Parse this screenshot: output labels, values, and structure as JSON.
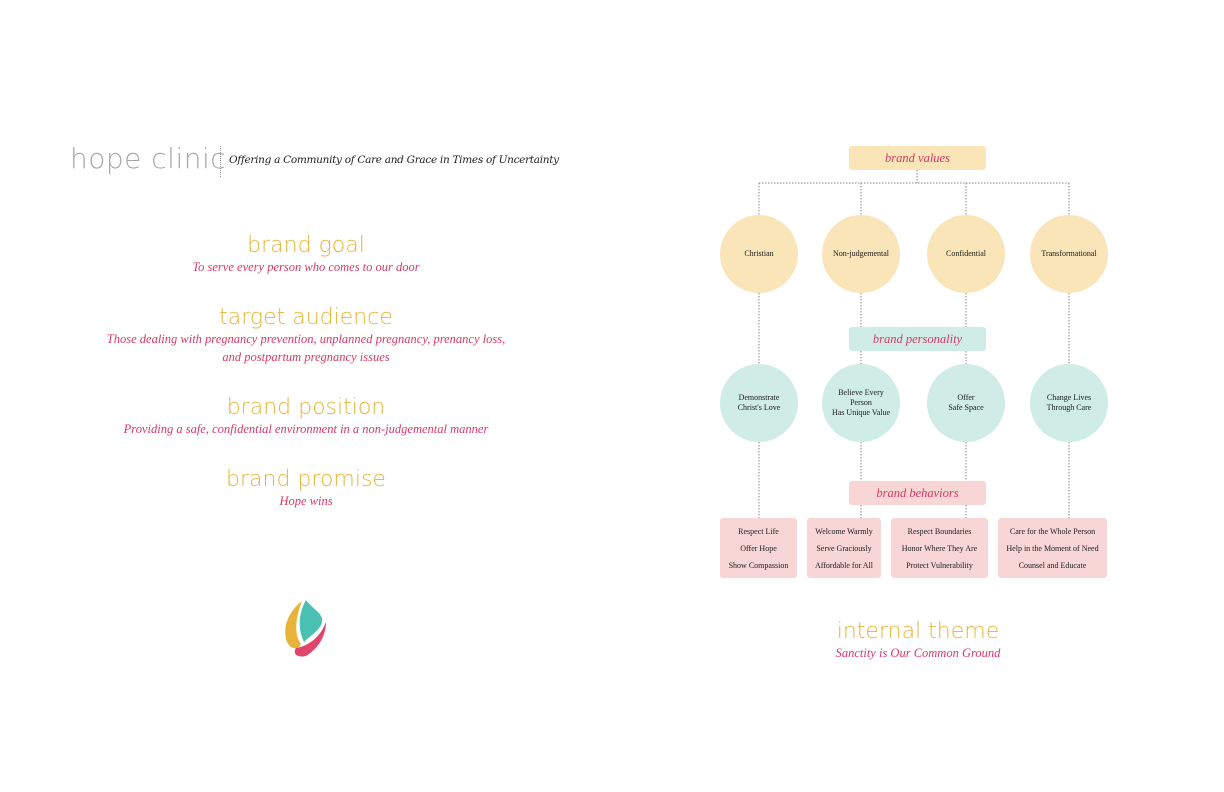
{
  "header": {
    "brand_name": "hope clinic",
    "tagline": "Offering a Community of Care and Grace in Times of Uncertainty"
  },
  "statements": {
    "goal": {
      "title": "brand goal",
      "text": "To serve every person who comes to our door"
    },
    "audience": {
      "title": "target audience",
      "text_line1": "Those dealing with pregnancy prevention, unplanned pregnancy, prenancy loss,",
      "text_line2": "and postpartum pregnancy issues"
    },
    "position": {
      "title": "brand position",
      "text": "Providing a safe, confidential environment in a non-judgemental manner"
    },
    "promise": {
      "title": "brand promise",
      "text": "Hope wins"
    }
  },
  "logo": {
    "icon": "flame-drop-logo-icon",
    "colors": [
      "#e8b33b",
      "#49c0b2",
      "#e2456b"
    ]
  },
  "diagram": {
    "values_label": "brand values",
    "values": [
      "Christian",
      "Non-judgemental",
      "Confidential",
      "Transformational"
    ],
    "personality_label": "brand personality",
    "personality": [
      {
        "line1": "Demonstrate",
        "line2": "Christ's Love"
      },
      {
        "line1": "Believe Every Person",
        "line2": "Has Unique Value"
      },
      {
        "line1": "Offer",
        "line2": "Safe Space"
      },
      {
        "line1": "Change Lives",
        "line2": "Through Care"
      }
    ],
    "behaviors_label": "brand behaviors",
    "behaviors": [
      [
        "Respect Life",
        "Offer Hope",
        "Show Compassion"
      ],
      [
        "Welcome Warmly",
        "Serve Graciously",
        "Affordable for All"
      ],
      [
        "Respect Boundaries",
        "Honor Where They Are",
        "Protect Vulnerability"
      ],
      [
        "Care for the Whole Person",
        "Help in the Moment of Need",
        "Counsel and Educate"
      ]
    ],
    "colors": {
      "values": "#f9e5b8",
      "personality": "#cfece6",
      "behaviors": "#f9d6d6"
    }
  },
  "internal_theme": {
    "title": "internal theme",
    "text": "Sanctity is Our Common Ground"
  },
  "colors": {
    "gold": "#e6b53a",
    "pink": "#d83a66",
    "gray": "#a7a7a7"
  }
}
